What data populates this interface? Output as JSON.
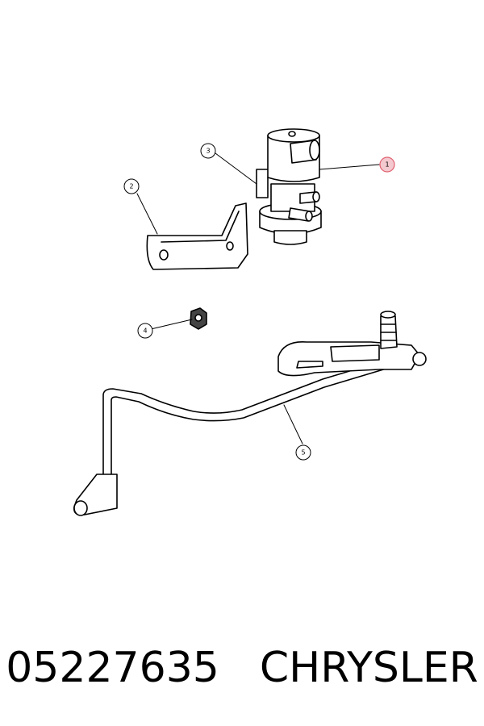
{
  "callouts": [
    {
      "id": "callout-1",
      "label": "1",
      "highlight_color": "#e06070"
    },
    {
      "id": "callout-2",
      "label": "2"
    },
    {
      "id": "callout-3",
      "label": "3"
    },
    {
      "id": "callout-4",
      "label": "4"
    },
    {
      "id": "callout-5",
      "label": "5"
    }
  ],
  "caption": {
    "part_number": "05227635",
    "brand": "CHRYSLER"
  }
}
